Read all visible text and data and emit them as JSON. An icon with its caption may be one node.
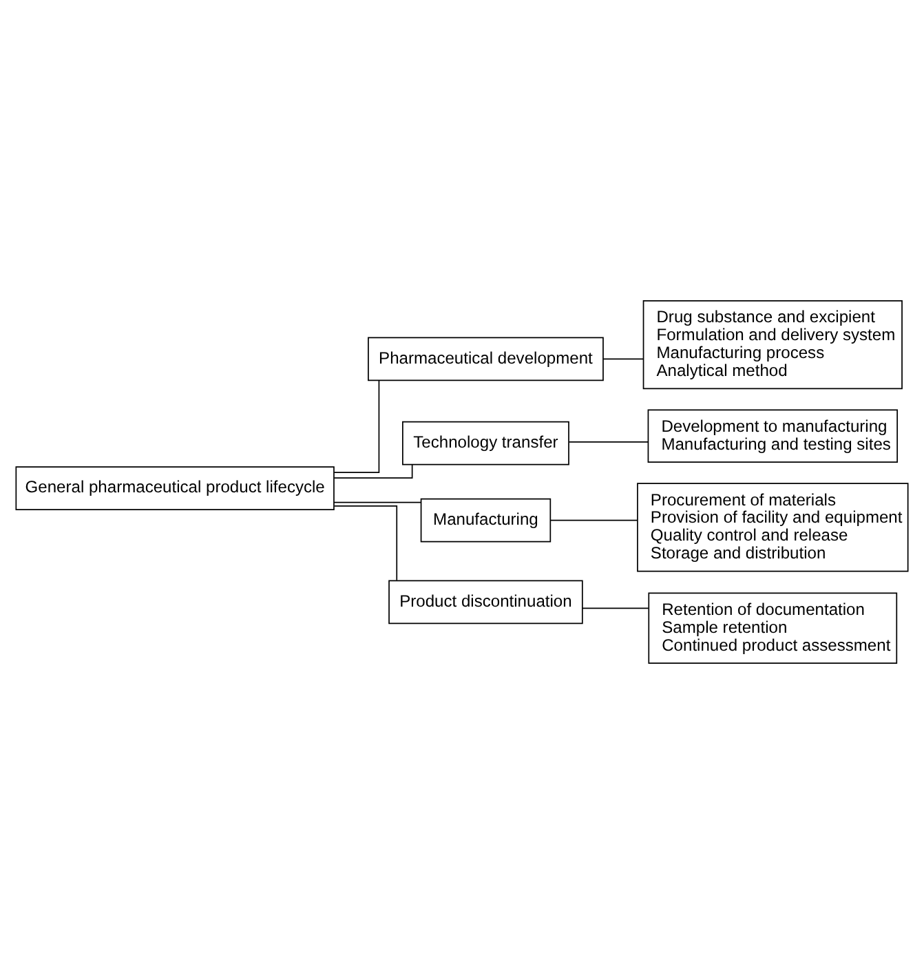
{
  "diagram": {
    "nodes": [
      {
        "text": [
          "General pharmaceutical product lifecycle"
        ]
      },
      {
        "text": [
          "Pharmaceutical development"
        ]
      },
      {
        "text": [
          "Drug substance and excipient",
          "Formulation and delivery system",
          "Manufacturing process",
          "Analytical method"
        ]
      },
      {
        "text": [
          "Technology transfer"
        ]
      },
      {
        "text": [
          "Development to manufacturing",
          "Manufacturing and testing sites"
        ]
      },
      {
        "text": [
          "Manufacturing"
        ]
      },
      {
        "text": [
          "Procurement of materials",
          "Provision of facility and equipment",
          "Quality control and release",
          "Storage and distribution"
        ]
      },
      {
        "text": [
          "Product discontinuation"
        ]
      },
      {
        "text": [
          "Retention of documentation",
          "Sample retention",
          "Continued product assessment"
        ]
      }
    ],
    "edges": [
      {
        "from": 0,
        "to": 1,
        "arrow": "none"
      },
      {
        "from": 1,
        "to": 2,
        "arrow": "none"
      },
      {
        "from": 0,
        "to": 3,
        "arrow": "none"
      },
      {
        "from": 3,
        "to": 4,
        "arrow": "none"
      },
      {
        "from": 0,
        "to": 5,
        "arrow": "none"
      },
      {
        "from": 5,
        "to": 6,
        "arrow": "none"
      },
      {
        "from": 0,
        "to": 7,
        "arrow": "none"
      },
      {
        "from": 7,
        "to": 8,
        "arrow": "none"
      }
    ]
  }
}
